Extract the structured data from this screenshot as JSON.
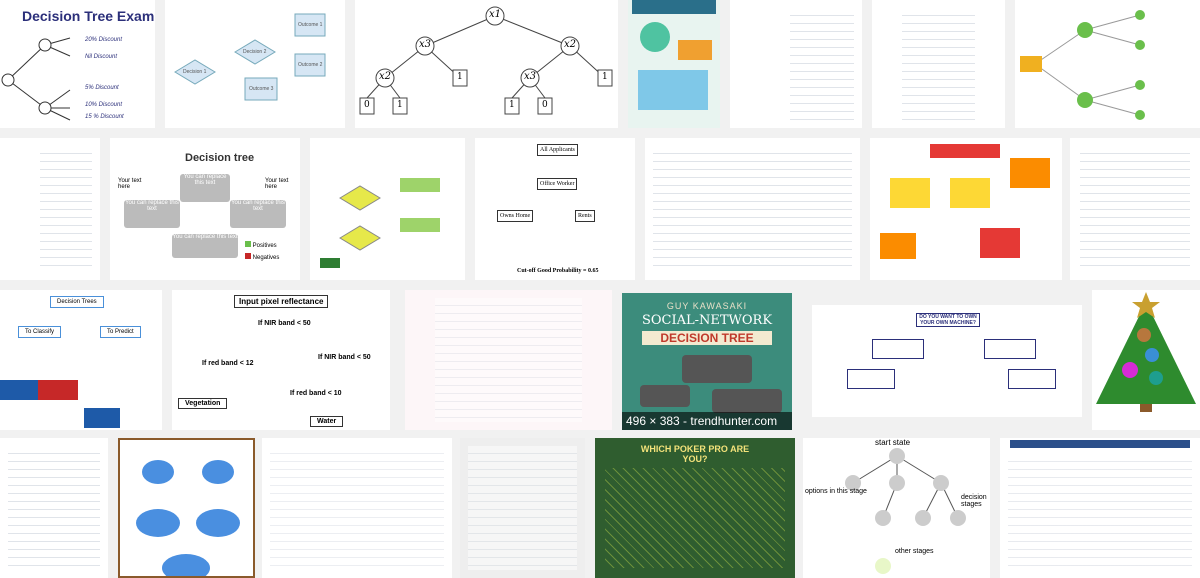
{
  "results": {
    "t1_title": "Decision Tree Example",
    "t1_labels": [
      "20% Discount",
      "Nil Discount",
      "5% Discount",
      "10% Discount",
      "15 % Discount"
    ],
    "t2_labels": [
      "Decision 1",
      "Decision 2",
      "Outcome 1",
      "Outcome 2",
      "Outcome 3"
    ],
    "t3_nodes": [
      "x1",
      "x3",
      "x2",
      "x2",
      "x3"
    ],
    "t3_leaves": [
      "1",
      "0",
      "1",
      "1",
      "0",
      "1"
    ],
    "t10_title": "Decision tree",
    "t10_box": "You can replace this text",
    "t10_side": "Your text here",
    "t10_legend": [
      "Positives",
      "Negatives"
    ],
    "t12_root": "All Applicants",
    "t12_nodes": [
      "Office Worker",
      "Owns Home",
      "Rents"
    ],
    "t12_footer": "Cut-off Good Probability = 0.65",
    "t15_root": "Decision Trees",
    "t15_branches": [
      "To Classify",
      "To Predict"
    ],
    "t16_root": "Input pixel reflectance",
    "t16_nodes": [
      "If NIR band < 50",
      "If red band < 12",
      "If NIR band < 50",
      "If red band < 10"
    ],
    "t16_leaves": [
      "Vegetation",
      "Water"
    ],
    "t18_lines": [
      "GUY KAWASAKI",
      "SOCIAL-NETWORK",
      "DECISION TREE"
    ],
    "t18_hover": "496 × 383 - trendhunter.com",
    "t19_root": "DO YOU WANT TO OWN YOUR OWN MACHINE?",
    "t23_title": "WHICH POKER PRO ARE YOU?",
    "t24_labels": [
      "start state",
      "options in this stage",
      "decision stages",
      "other stages"
    ]
  },
  "colors": {
    "navy": "#2b2f7a",
    "green": "#2e7d32",
    "red": "#c62828",
    "blue": "#4a90d9",
    "orange": "#f57c00"
  }
}
